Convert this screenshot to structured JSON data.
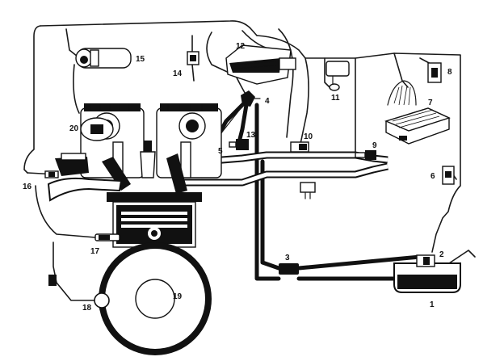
{
  "labels": {
    "fuel_tank": "1",
    "fuel_pump": "2",
    "fuel_filter": "3",
    "fuel_distributor": "4",
    "cold_start_injector": "5",
    "thermo_time_switch": "6",
    "control_unit": "7",
    "sensor_8": "8",
    "sensor_9": "9",
    "air_flow_sensor": "10",
    "sensor_11": "11",
    "relay_box": "12",
    "pressure_regulator": "13",
    "switch_14": "14",
    "coil_15": "15",
    "sensor_16": "16",
    "sensor_17": "17",
    "crank_sensor": "18",
    "flywheel": "19",
    "distributor": "20"
  }
}
